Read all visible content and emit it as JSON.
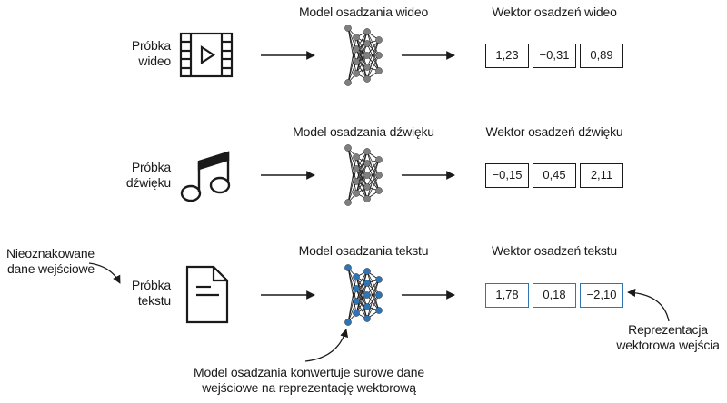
{
  "rows": [
    {
      "sample_label": [
        "Próbka",
        "wideo"
      ],
      "model_title": "Model osadzania wideo",
      "vector_title": "Wektor osadzeń wideo",
      "values": [
        "1,23",
        "−0,31",
        "0,89"
      ],
      "icon": "film-icon",
      "network_color": "#7f7f7f"
    },
    {
      "sample_label": [
        "Próbka",
        "dźwięku"
      ],
      "model_title": "Model osadzania dźwięku",
      "vector_title": "Wektor osadzeń dźwięku",
      "values": [
        "−0,15",
        "0,45",
        "2,11"
      ],
      "icon": "music-note-icon",
      "network_color": "#7f7f7f"
    },
    {
      "sample_label": [
        "Próbka",
        "tekstu"
      ],
      "model_title": "Model osadzania tekstu",
      "vector_title": "Wektor osadzeń tekstu",
      "values": [
        "1,78",
        "0,18",
        "−2,10"
      ],
      "icon": "document-icon",
      "network_color": "#2f74b5"
    }
  ],
  "annotations": {
    "unlabeled_input": [
      "Nieoznakowane",
      "dane wejściowe"
    ],
    "vector_representation": [
      "Reprezentacja",
      "wektorowa wejścia"
    ],
    "model_converts": [
      "Model osadzania konwertuje surowe dane",
      "wejściowe na reprezentację wektorową"
    ]
  },
  "colors": {
    "ink": "#1a1a1a",
    "grey_node": "#7f7f7f",
    "blue": "#2f74b5"
  }
}
